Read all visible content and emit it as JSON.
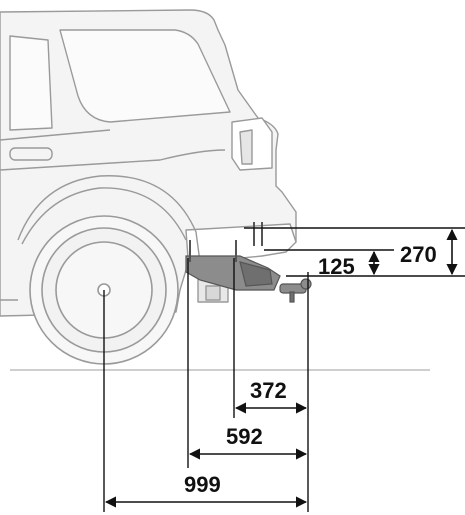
{
  "diagram": {
    "colors": {
      "vehicle_line": "#9a9a9a",
      "vehicle_fill": "#f4f4f4",
      "tow_bar": "#7a7a7a",
      "dimension": "#111111"
    },
    "dimensions": {
      "vertical_large": "270",
      "vertical_small": "125",
      "horizontal_1": "372",
      "horizontal_2": "592",
      "horizontal_3": "999"
    }
  }
}
